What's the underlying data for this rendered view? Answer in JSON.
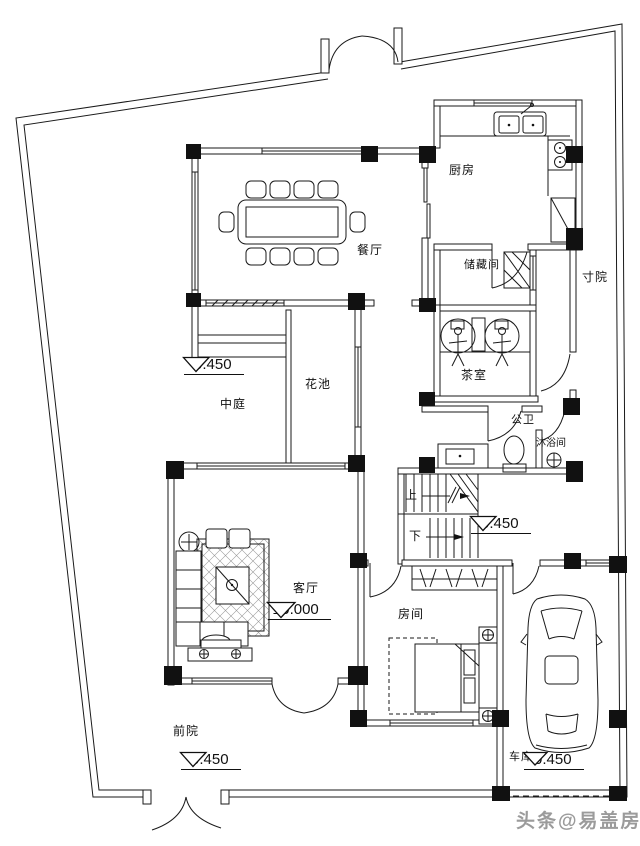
{
  "page": {
    "background": "#ffffff",
    "line_color": "#1a1a1a"
  },
  "watermark": {
    "text": "头条@易盖房",
    "color": "#9b9b9b"
  },
  "rooms": {
    "kitchen": "厨房",
    "dining": "餐厅",
    "storage": "储藏间",
    "side_yard": "寸院",
    "atrium": "中庭",
    "flower_bed": "花池",
    "tea_room": "茶室",
    "public_wc": "公卫",
    "shower": "沐浴间",
    "living": "客厅",
    "bedroom": "房间",
    "front_yard": "前院",
    "garage": "车库"
  },
  "stairs": {
    "up": "上",
    "down": "下"
  },
  "elevations": {
    "atrium": "-0.450",
    "stair_hall": "-0.450",
    "living": "±0.000",
    "front_yard": "-0.450",
    "garage": "-0.450"
  }
}
